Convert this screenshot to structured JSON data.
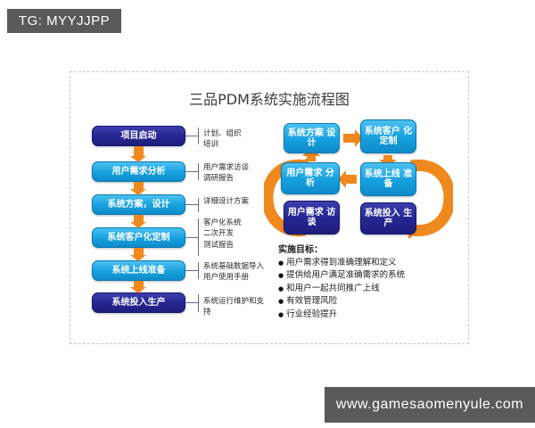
{
  "watermarks": {
    "tg_badge": "TG: MYYJJPP",
    "site_badge": "www.gamesaomenyule.com"
  },
  "diagram": {
    "title": "三品PDM系统实施流程图",
    "flow_steps": [
      {
        "label": "项目启动",
        "style": "dark"
      },
      {
        "label": "用户需求分析",
        "style": "light"
      },
      {
        "label": "系统方案，设计",
        "style": "light"
      },
      {
        "label": "系统客户化定制",
        "style": "light"
      },
      {
        "label": "系统上线准备",
        "style": "light"
      },
      {
        "label": "系统投入生产",
        "style": "dark"
      }
    ],
    "deliverables": [
      "计划、组织\n培训",
      "用户需求访谈\n调研报告",
      "详细设计方案",
      "客户化系统\n二次开发\n测试报告",
      "系统基础数据导入\n用户使用手册",
      "系统运行维护和支\n持"
    ],
    "cycle_nodes": [
      {
        "label": "系统方案\n设计",
        "style": "light"
      },
      {
        "label": "系统客户\n化定制",
        "style": "light"
      },
      {
        "label": "系统上线\n准备",
        "style": "light"
      },
      {
        "label": "用户需求\n分析",
        "style": "light"
      },
      {
        "label": "用户需求\n访谈",
        "style": "dark"
      },
      {
        "label": "系统投入\n生产",
        "style": "dark"
      }
    ],
    "goals": {
      "heading": "实施目标：",
      "items": [
        "用户需求得到准确理解和定义",
        "提供给用户满足准确需求的系统",
        "和用户一起共同推广上线",
        "有效管理风险",
        "行业经验提升"
      ]
    },
    "colors": {
      "dark_blue": "#25258f",
      "light_blue": "#16a0de",
      "orange": "#f0891d",
      "panel_border": "#c6c6c6",
      "badge_bg": "#5a5a5a"
    }
  }
}
